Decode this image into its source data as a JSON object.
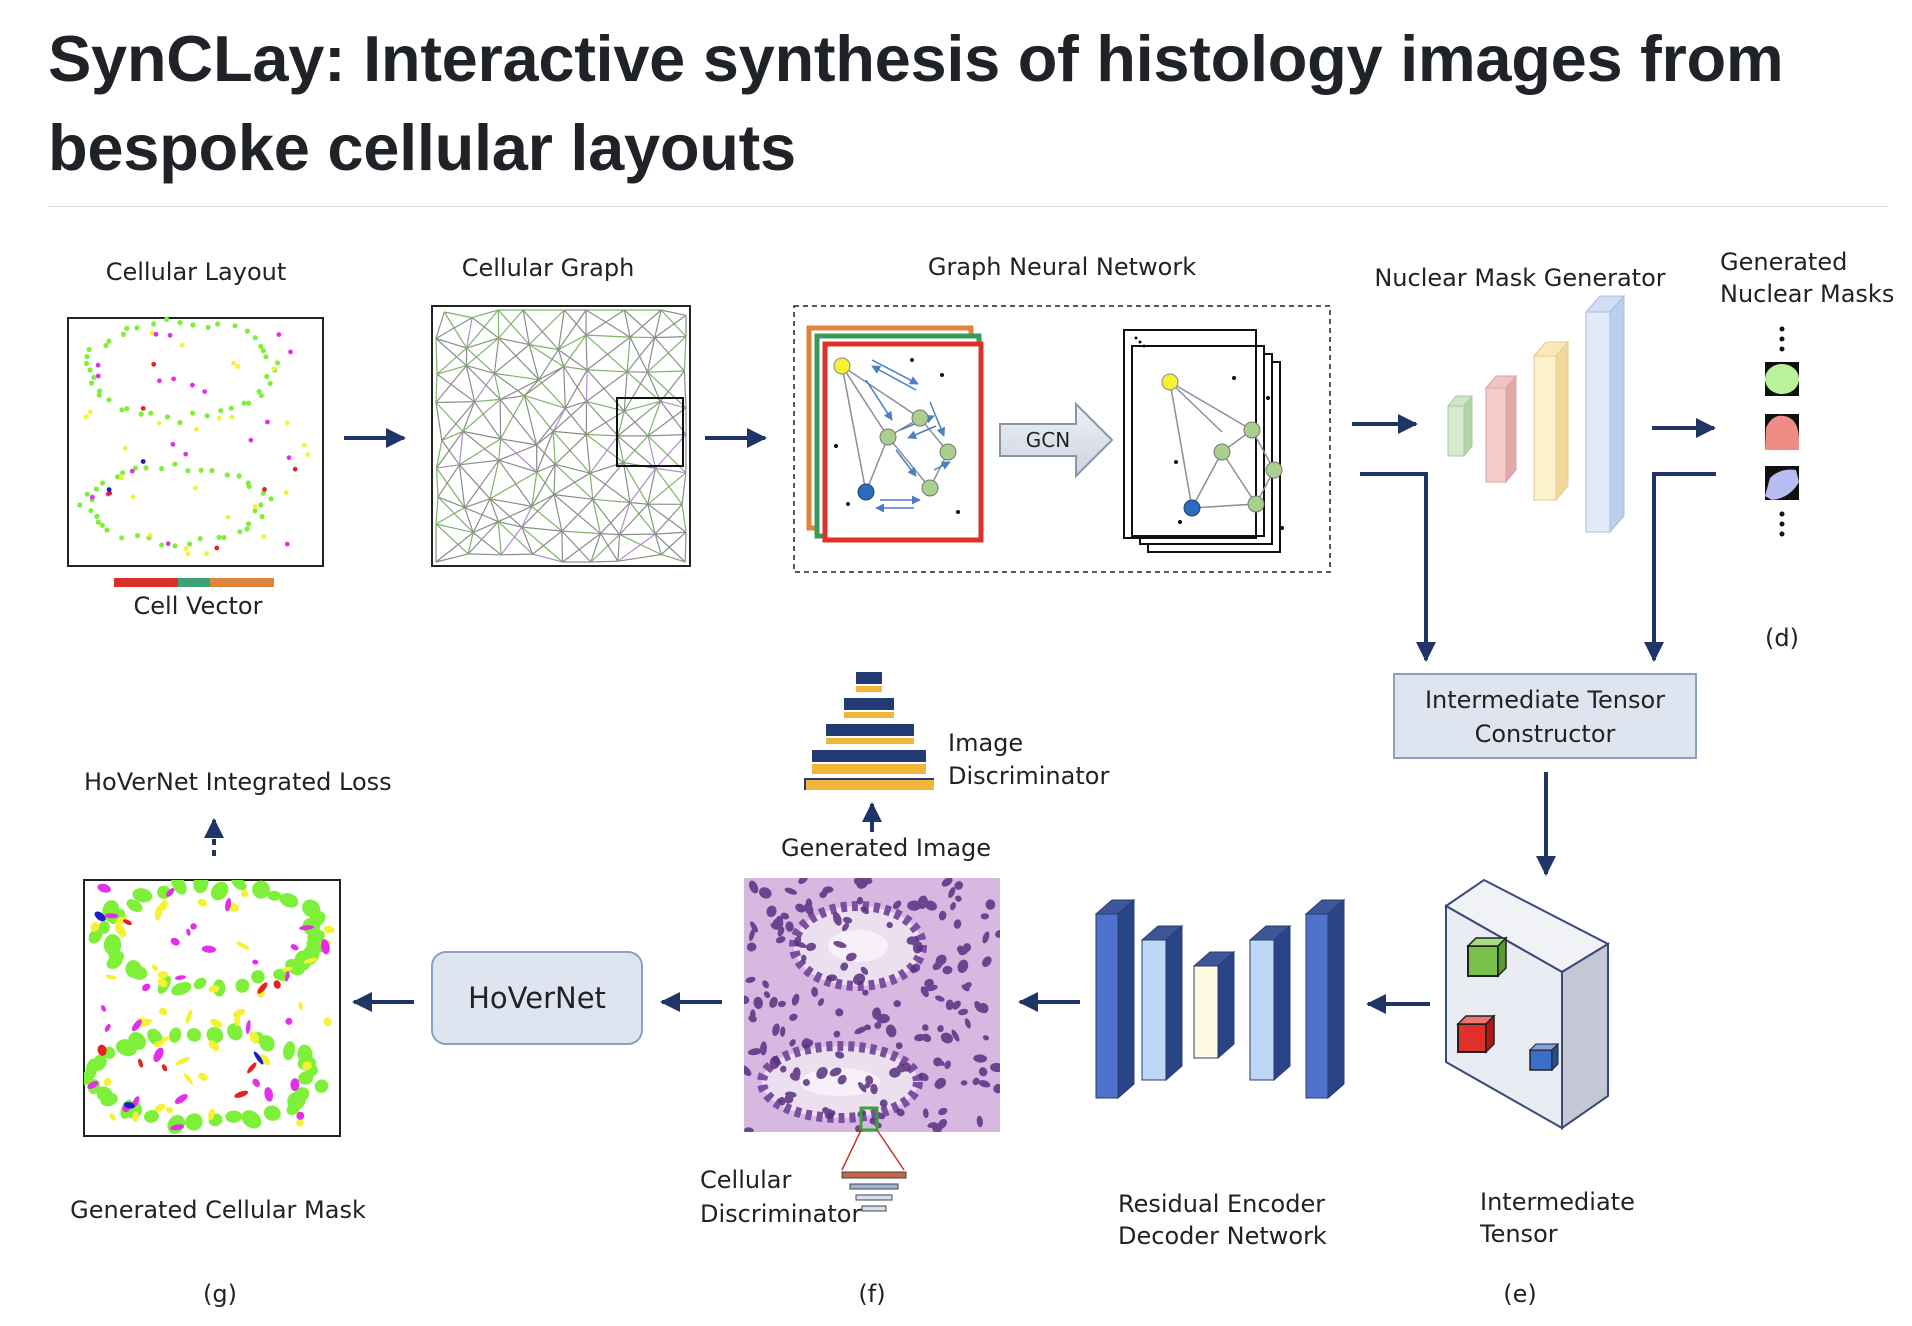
{
  "title": "SynCLay: Interactive synthesis of histology images from bespoke cellular layouts",
  "diagram": {
    "labels": {
      "cellular_layout": "Cellular Layout",
      "cell_vector": "Cell Vector",
      "cellular_graph": "Cellular Graph",
      "gnn": "Graph Neural Network",
      "gcn": "GCN",
      "nuclear_mask_generator": "Nuclear Mask Generator",
      "generated_masks_1": "Generated",
      "generated_masks_2": "Nuclear Masks",
      "itc_1": "Intermediate Tensor",
      "itc_2": "Constructor",
      "intermediate_tensor_1": "Intermediate",
      "intermediate_tensor_2": "Tensor",
      "red_1": "Residual Encoder",
      "red_2": "Decoder Network",
      "generated_image": "Generated Image",
      "image_disc_1": "Image",
      "image_disc_2": "Discriminator",
      "cell_disc_1": "Cellular",
      "cell_disc_2": "Discriminator",
      "hovernet": "HoVerNet",
      "hovernet_loss": "HoVerNet Integrated Loss",
      "generated_cellular_mask": "Generated Cellular Mask"
    },
    "captions": {
      "d": "(d)",
      "e": "(e)",
      "f": "(f)",
      "g": "(g)"
    },
    "colors": {
      "arrow": "#1f3566",
      "cell_green": "#7ff03a",
      "cell_yellow": "#f5f233",
      "cell_magenta": "#e330e8",
      "cell_red": "#e02424",
      "cell_blue": "#1c1cc8",
      "box_fill": "#dee5f1",
      "stain_base": "#d6b8e0",
      "nucleus": "#5a2f80"
    }
  }
}
